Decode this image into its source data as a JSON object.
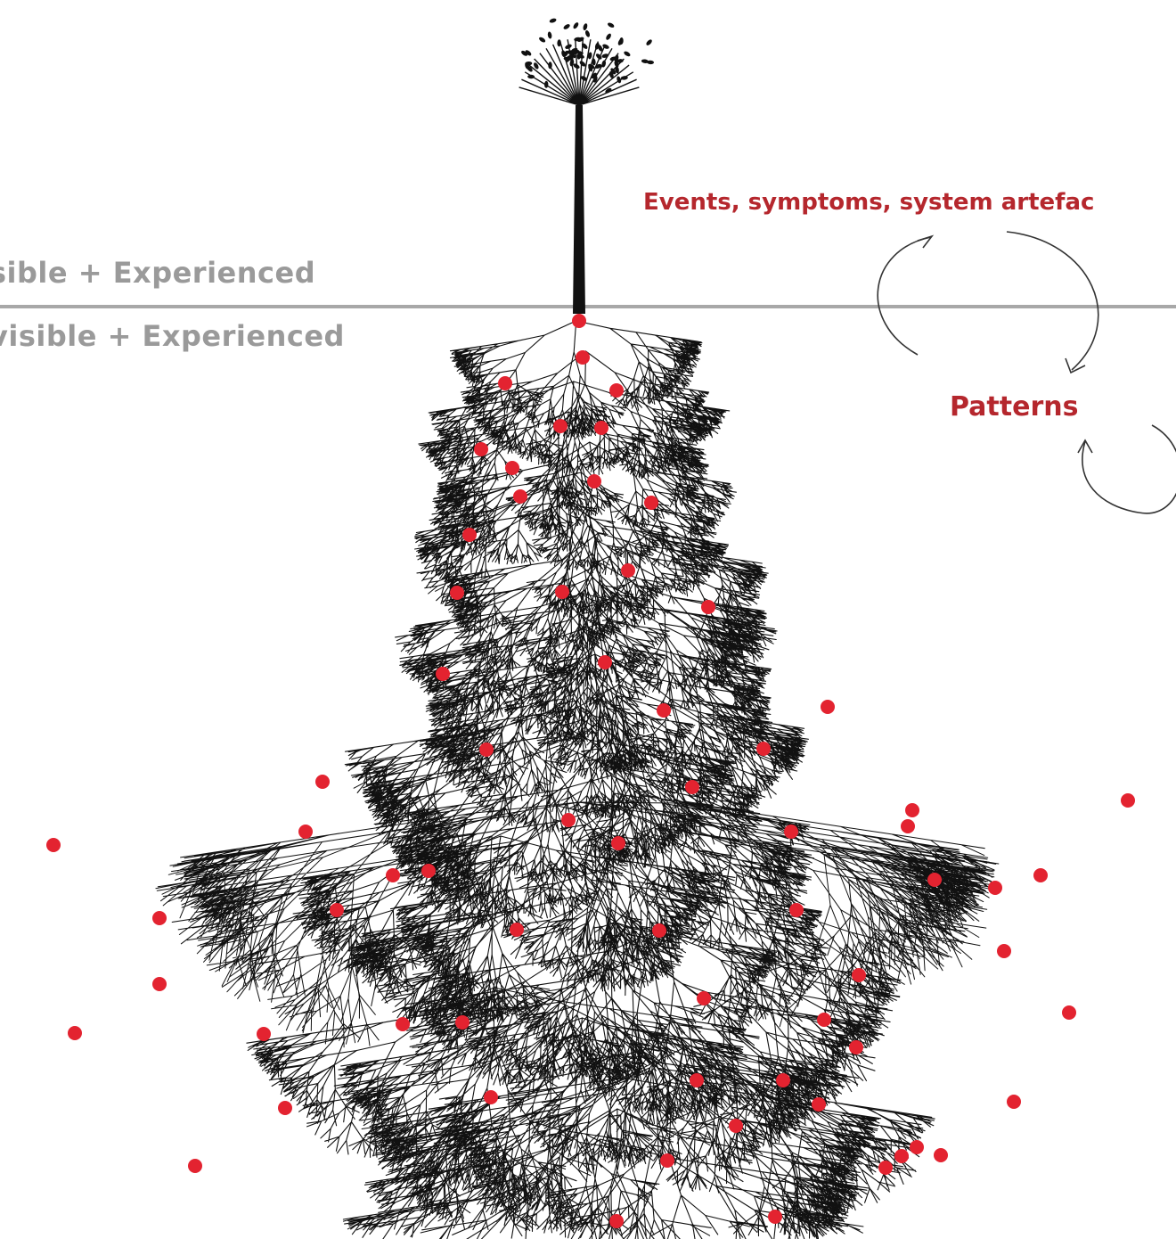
{
  "labels": {
    "above_ground": "sible + Experienced",
    "below_ground": "visible + Experienced",
    "events": "Events, symptoms, system artefac",
    "patterns": "Patterns"
  },
  "colors": {
    "branch": "#111111",
    "node": "#e32330",
    "ground_line": "#a8a8a8",
    "label_gray": "#9a9a9a",
    "label_red": "#b5272d",
    "arrow": "#333333"
  },
  "icons": {
    "tree_crown": "tree-crown-icon",
    "cycle_arrow": "cycle-arrow-icon"
  }
}
